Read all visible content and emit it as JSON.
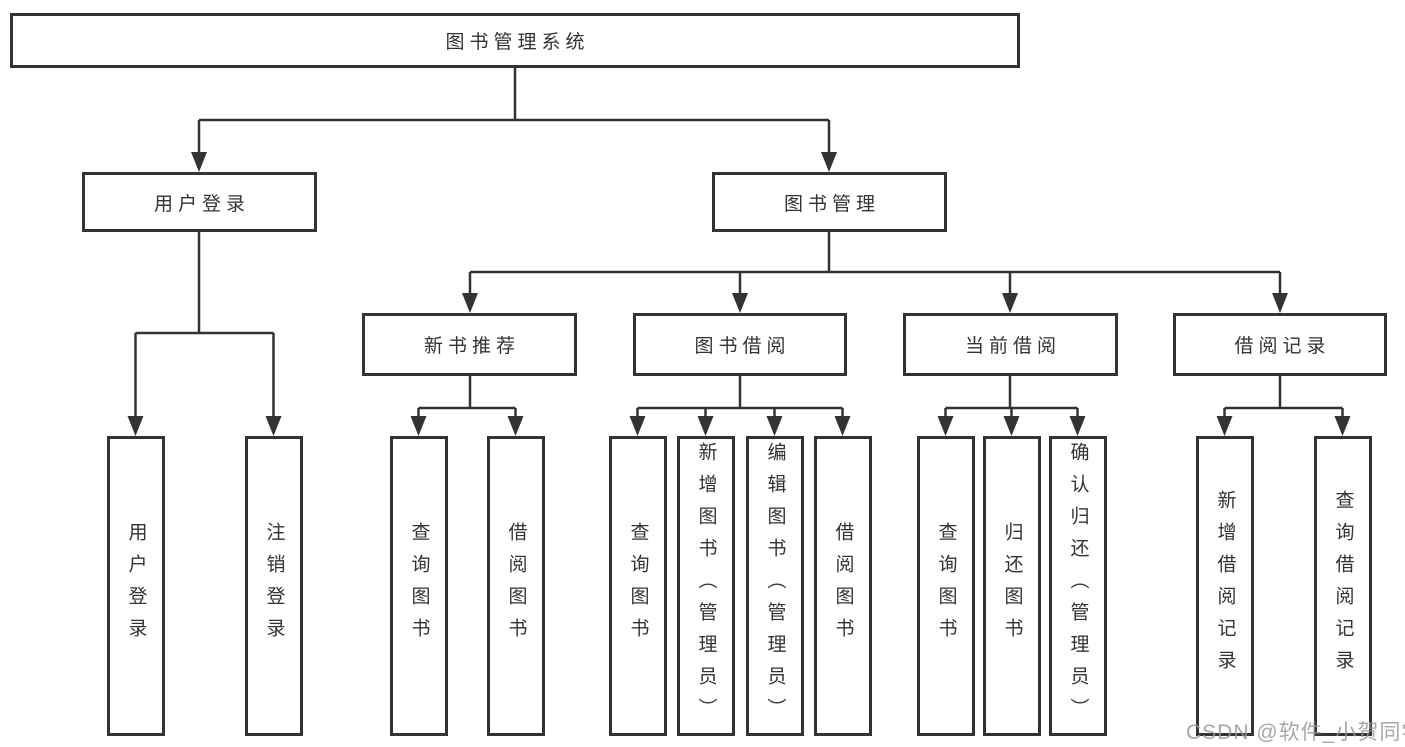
{
  "diagram_title": "图书管理系统",
  "tree": {
    "root": {
      "label": "图书管理系统",
      "children": [
        {
          "label": "用户登录",
          "children": [
            {
              "label": "用户登录"
            },
            {
              "label": "注销登录"
            }
          ]
        },
        {
          "label": "图书管理",
          "children": [
            {
              "label": "新书推荐",
              "children": [
                {
                  "label": "查询图书"
                },
                {
                  "label": "借阅图书"
                }
              ]
            },
            {
              "label": "图书借阅",
              "children": [
                {
                  "label": "查询图书"
                },
                {
                  "label": "新增图书（管理员）"
                },
                {
                  "label": "编辑图书（管理员）"
                },
                {
                  "label": "借阅图书"
                }
              ]
            },
            {
              "label": "当前借阅",
              "children": [
                {
                  "label": "查询图书"
                },
                {
                  "label": "归还图书"
                },
                {
                  "label": "确认归还（管理员）"
                }
              ]
            },
            {
              "label": "借阅记录",
              "children": [
                {
                  "label": "新增借阅记录"
                },
                {
                  "label": "查询借阅记录"
                }
              ]
            }
          ]
        }
      ]
    }
  },
  "watermark": {
    "text": "CSDN @软件_小贺同学",
    "color": "#94989e"
  },
  "colors": {
    "line": "#333333",
    "box_border": "#333333",
    "text": "#333333",
    "background": "#ffffff"
  }
}
